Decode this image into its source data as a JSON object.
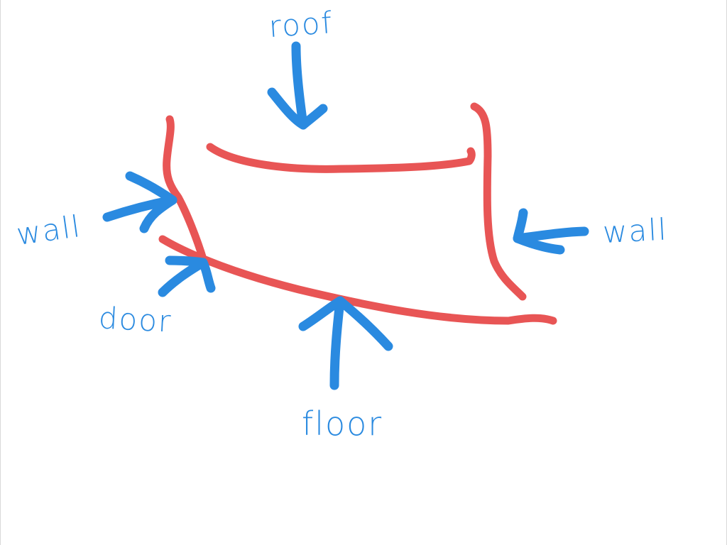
{
  "colors": {
    "room_stroke": "#e85555",
    "annotation_stroke": "#2a8ae0",
    "background": "#ffffff"
  },
  "labels": {
    "roof": "roof",
    "wall_left": "wall",
    "wall_right": "wall",
    "door": "door",
    "floor": "floor"
  }
}
